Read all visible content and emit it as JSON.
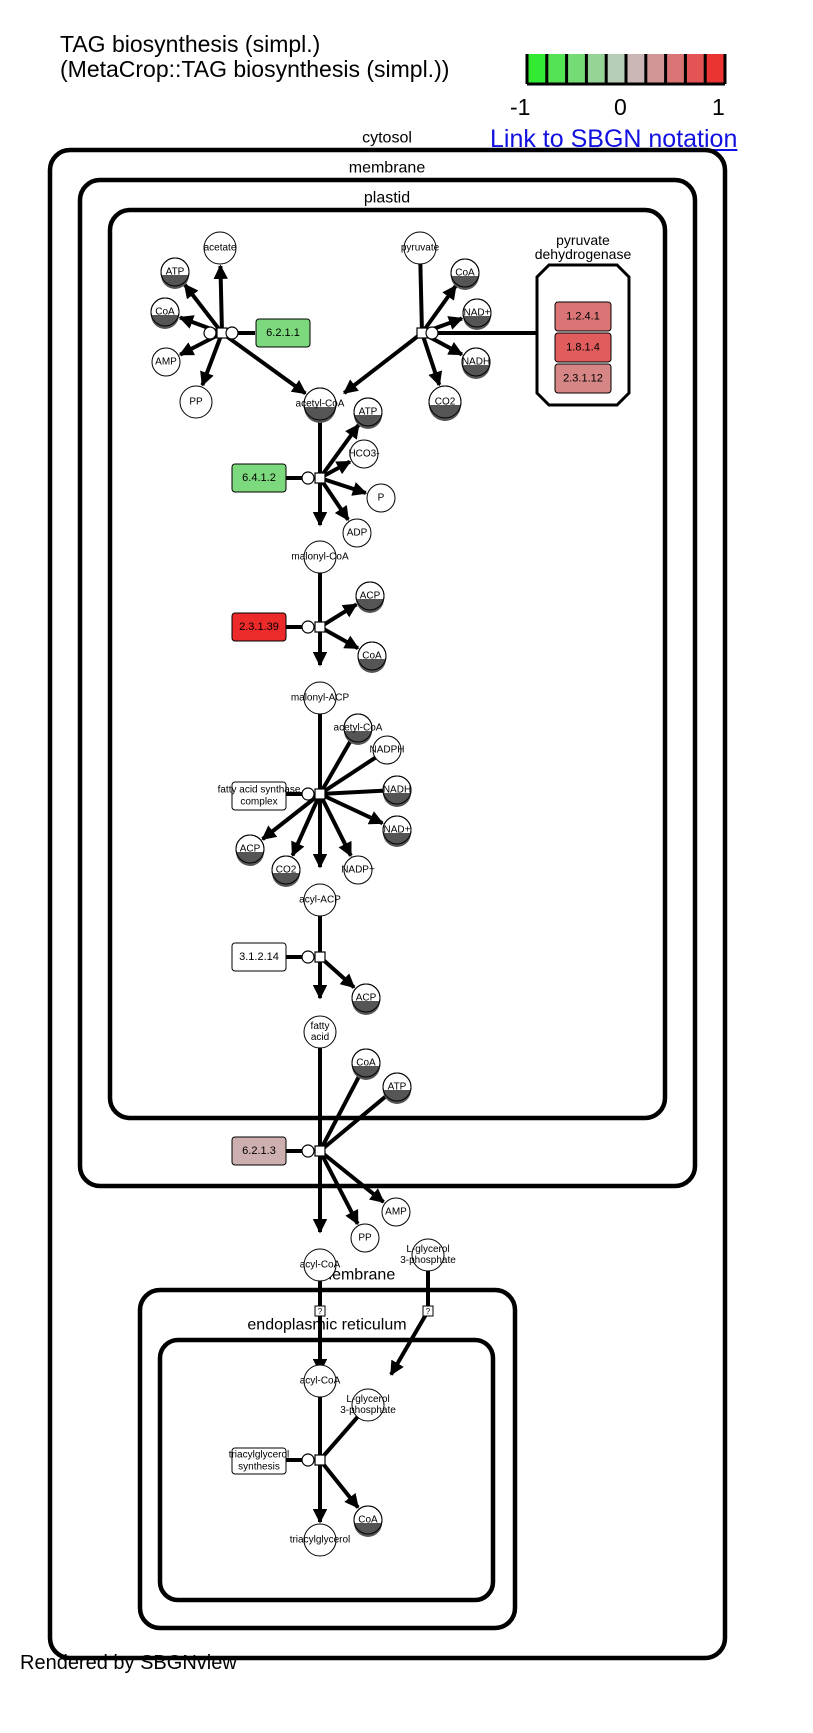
{
  "title": {
    "line1": "TAG biosynthesis (simpl.)",
    "line2": "(MetaCrop::TAG biosynthesis (simpl.))"
  },
  "legend": {
    "min_label": "-1",
    "mid_label": "0",
    "max_label": "1",
    "low_color": "#22ee22",
    "mid_color": "#c8c8c8",
    "high_color": "#ee2222"
  },
  "link_label": "Link to SBGN notation",
  "footer": "Rendered by SBGNview",
  "compartments": {
    "cytosol": "cytosol",
    "membrane_outer": "membrane",
    "plastid": "plastid",
    "membrane_er": "membrane",
    "er": "endoplasmic reticulum"
  },
  "complex": {
    "label_line1": "pyruvate",
    "label_line2": "dehydrogenase",
    "members": [
      "1.2.4.1",
      "1.8.1.4",
      "2.3.1.12"
    ]
  },
  "enzymes": [
    {
      "id": "e6211",
      "label": "6.2.1.1",
      "value": -0.45
    },
    {
      "id": "e6412",
      "label": "6.4.1.2",
      "value": -0.45
    },
    {
      "id": "e23139",
      "label": "2.3.1.39",
      "value": 0.95
    },
    {
      "id": "eFAS",
      "label": "fatty acid synthase complex",
      "lines": [
        "fatty acid synthase",
        "complex"
      ]
    },
    {
      "id": "e31214",
      "label": "3.1.2.14",
      "value": null
    },
    {
      "id": "e6213",
      "label": "6.2.1.3",
      "value": 0.15
    },
    {
      "id": "eTAG",
      "label": "triacylglycerol synthesis",
      "lines": [
        "triacylglycerol",
        "synthesis"
      ]
    },
    {
      "id": "e1241",
      "label": "1.2.4.1",
      "value": 0.5
    },
    {
      "id": "e1814",
      "label": "1.8.1.4",
      "value": 0.65
    },
    {
      "id": "e23112",
      "label": "2.3.1.12",
      "value": 0.4
    }
  ],
  "metabolites": {
    "acetate": "acetate",
    "atp": "ATP",
    "coa": "CoA",
    "amp": "AMP",
    "pp": "PP",
    "pyruvate": "pyruvate",
    "nad_plus": "NAD+",
    "nadh": "NADH",
    "co2": "CO2",
    "acetyl_coa": "acetyl-CoA",
    "hco3": "HCO3-",
    "p": "P",
    "adp": "ADP",
    "malonyl_coa": "malonyl-CoA",
    "acp": "ACP",
    "malonyl_acp": "malonyl-ACP",
    "nadph": "NADPH",
    "nadp_plus": "NADP+",
    "acyl_acp": "acyl-ACP",
    "fatty_acid": [
      "fatty",
      "acid"
    ],
    "acyl_coa": "acyl-CoA",
    "l_glycerol_3p": [
      "L-glycerol",
      "3-phosphate"
    ],
    "triacylglycerol": "triacylglycerol"
  },
  "transport_marker": "?"
}
